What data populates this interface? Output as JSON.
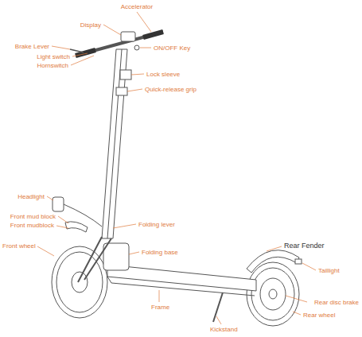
{
  "diagram": {
    "labels": [
      "Accelerator",
      "Display",
      "Brake Lever",
      "Light switch",
      "Hornswitch",
      "ON/OFF Key",
      "Lock sleeve",
      "Quick-release grip",
      "Headlight",
      "Front mud block",
      "Front mudblock",
      "Folding lever",
      "Front wheel",
      "Folding base",
      "Rear Fender",
      "Taillight",
      "Frame",
      "Rear disc brake",
      "Rear wheel",
      "Kickstand"
    ]
  }
}
